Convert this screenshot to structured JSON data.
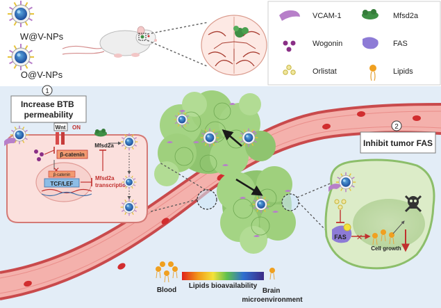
{
  "nanoparticles": {
    "w": "W@V-NPs",
    "o": "O@V-NPs"
  },
  "legend": {
    "items": [
      {
        "key": "vcam1",
        "label": "VCAM-1",
        "color": "#b77fc9"
      },
      {
        "key": "mfsd2a",
        "label": "Mfsd2a",
        "color": "#3f8f45"
      },
      {
        "key": "wogonin",
        "label": "Wogonin",
        "color": "#8a2f86"
      },
      {
        "key": "fas",
        "label": "FAS",
        "color": "#8d7bd6"
      },
      {
        "key": "orlistat",
        "label": "Orlistat",
        "color": "#d8c94a"
      },
      {
        "key": "lipids",
        "label": "Lipids",
        "color": "#f0a020"
      }
    ]
  },
  "panel1": {
    "number": "1",
    "title": "Increase BTB permeability",
    "wnt": "Wnt",
    "on": "ON",
    "beta_catenin": "β-catenin",
    "beta_catenin_small": "β-catenin",
    "tcf_lef": "TCF/LEF",
    "mfsd2a": "Mfsd2a",
    "mfsd2a_transcription": "Mfsd2a transcription"
  },
  "panel2": {
    "number": "2",
    "title": "Inhibit tumor FAS",
    "fas": "FAS",
    "cell_growth": "Cell growth"
  },
  "bottom": {
    "blood": "Blood",
    "bar_label": "Lipids bioavailability",
    "brain_micro": "Brain microenvironment"
  },
  "colors": {
    "vessel": "#f2aaa6",
    "vessel_edge": "#c94a4c",
    "panel_bg": "#e3edf7",
    "tumor": "#9fd07d",
    "cell_bg": "#dcecc8"
  }
}
